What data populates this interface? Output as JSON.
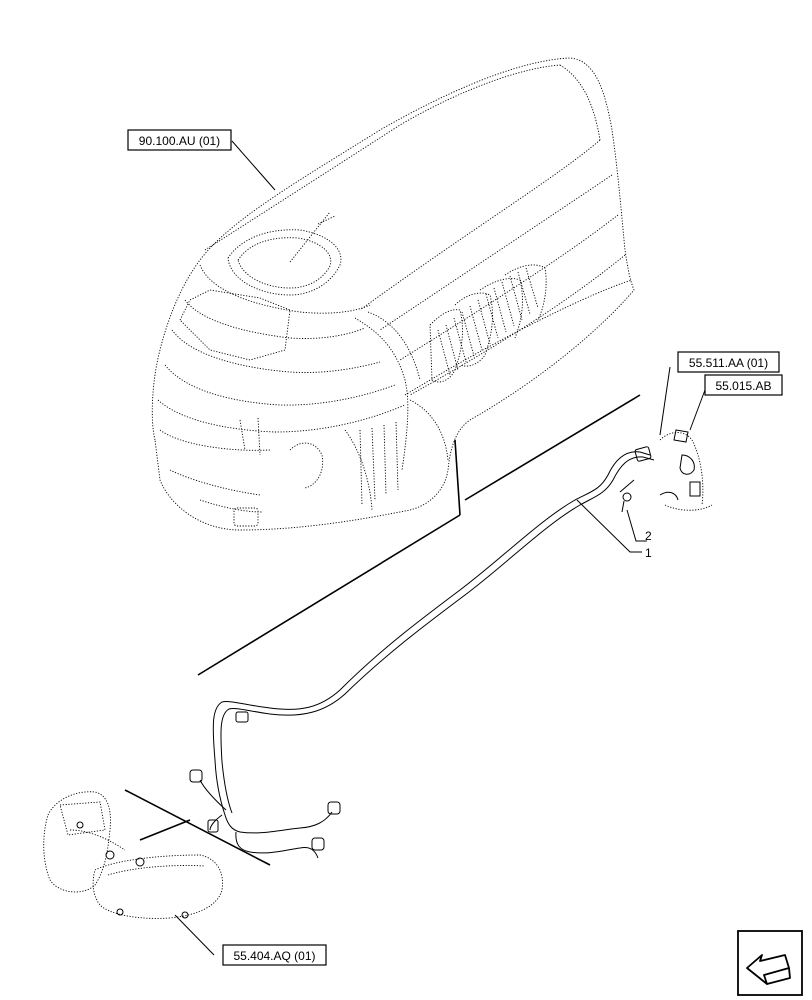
{
  "callouts": {
    "hood_ref": "90.100.AU (01)",
    "connector_ref": "55.511.AA (01)",
    "switch_ref": "55.015.AB",
    "lamp_ref": "55.404.AQ (01)"
  },
  "items": {
    "harness": "1",
    "fastener": "2"
  },
  "icons": {
    "navigation": "back-arrow-icon"
  }
}
